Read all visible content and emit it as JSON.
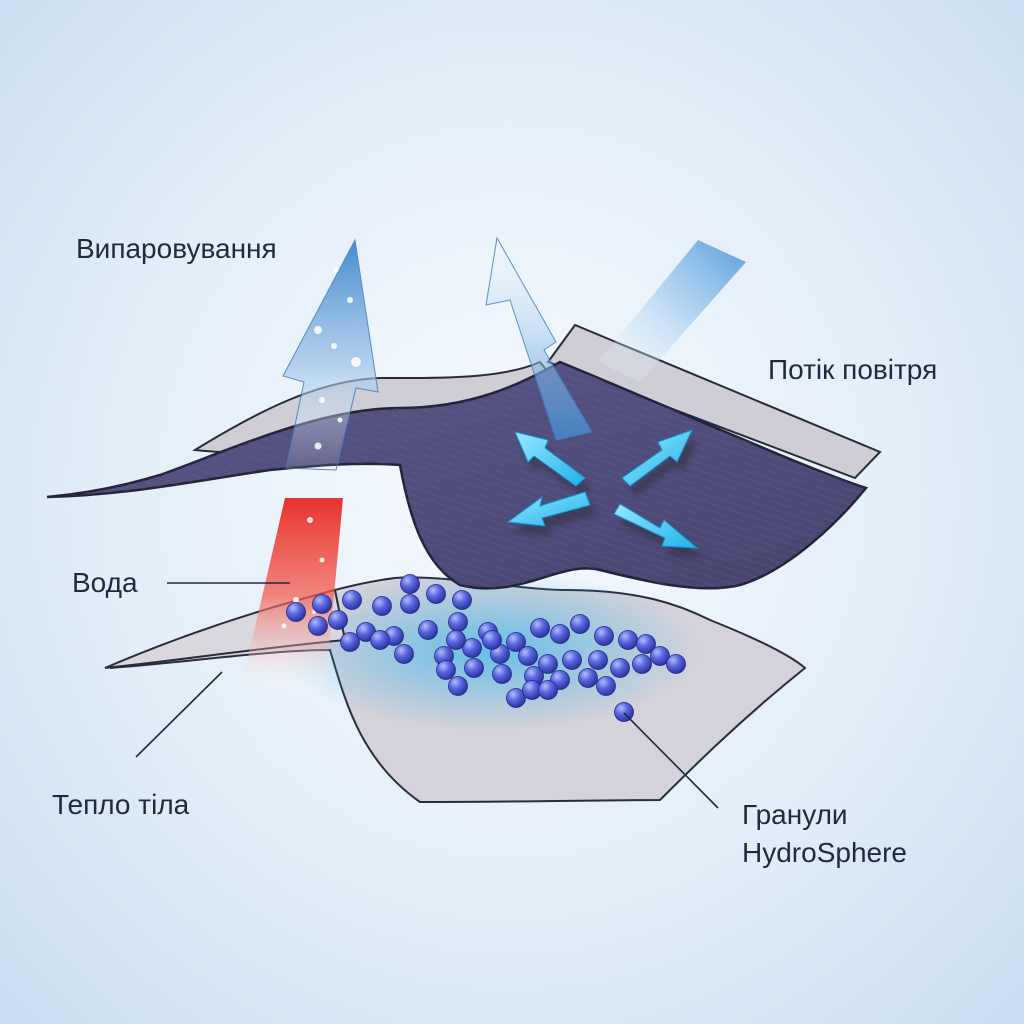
{
  "labels": {
    "evaporation": "Випаровування",
    "airflow": "Потік повітря",
    "water": "Вода",
    "body_heat": "Тепло тіла",
    "granules_line1": "Гранули",
    "granules_line2": "HydroSphere"
  },
  "colors": {
    "background": "#dde9f6",
    "fabric_top": "#4f4c7c",
    "fabric_membrane": "#cfced6",
    "inner_layer": "#d3d1d9",
    "heat_arrow": "#ee2a25",
    "evaporation_arrow": "#5b9ad2",
    "airflow_arrows": "#39c2ef",
    "granules": "#4b56d2",
    "leader_lines": "#1f2a3e"
  },
  "icons": {
    "evaporation": "up-arrow-icon",
    "heat": "up-arrow-icon",
    "airflow": "dispersing-arrows-icon",
    "granules": "sphere-icon"
  }
}
